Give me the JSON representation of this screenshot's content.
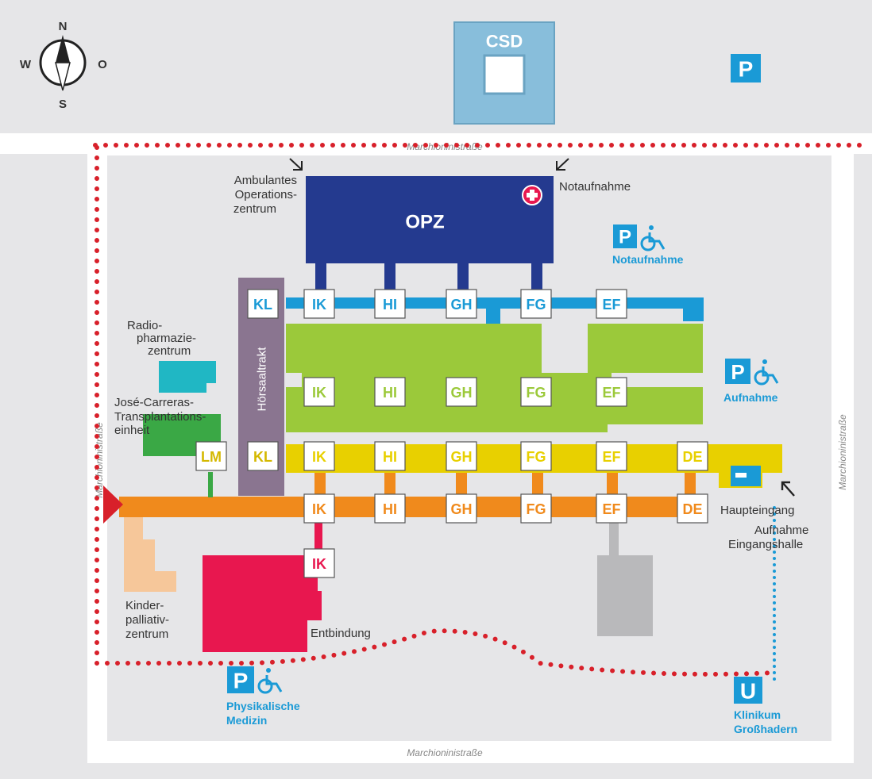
{
  "compass": {
    "n": "N",
    "s": "S",
    "w": "W",
    "o": "O"
  },
  "buildings": {
    "csd": "CSD",
    "opz": "OPZ",
    "hoersaaltrakt": "Hörsaaltrakt"
  },
  "streets": {
    "top": "Marchioninistraße",
    "bottom": "Marchioninistraße",
    "right": "Marchioninistraße",
    "left": "Marchioninistraße"
  },
  "labels": {
    "ambulantes": [
      "Ambulantes",
      "Operations-",
      "zentrum"
    ],
    "notaufnahme": "Notaufnahme",
    "radio": [
      "Radio-",
      "pharmazie-",
      "zentrum"
    ],
    "jose": [
      "José-Carreras-",
      "Transplantations-",
      "einheit"
    ],
    "kinder": [
      "Kinder-",
      "palliativ-",
      "zentrum"
    ],
    "entbindung": "Entbindung",
    "haupteingang": "Haupteingang",
    "aufnahme_halle": [
      "Aufnahme",
      "Eingangshalle"
    ]
  },
  "parking": {
    "p_symbol": "P",
    "u_symbol": "U",
    "notaufnahme": "Notaufnahme",
    "aufnahme": "Aufnahme",
    "physikalische": [
      "Physikalische",
      "Medizin"
    ],
    "klinikum": [
      "Klinikum",
      "Großhadern"
    ]
  },
  "rows": {
    "blue": [
      "KL",
      "IK",
      "HI",
      "GH",
      "FG",
      "EF"
    ],
    "green": [
      "IK",
      "HI",
      "GH",
      "FG",
      "EF"
    ],
    "yellow": [
      "LM",
      "KL",
      "IK",
      "HI",
      "GH",
      "FG",
      "EF",
      "DE"
    ],
    "orange": [
      "IK",
      "HI",
      "GH",
      "FG",
      "EF",
      "DE"
    ],
    "red": [
      "IK"
    ]
  },
  "colors": {
    "blue": "#1a9ad6",
    "green": "#9bc93a",
    "yellow": "#e8d000",
    "orange": "#f08a1c",
    "red": "#e8174f",
    "navy": "#243a8f",
    "purple": "#8a7590",
    "csd": "#88bedb",
    "teal": "#20b7c4",
    "darkgreen": "#3aa845",
    "peach": "#f6c79a",
    "gray": "#b9b9bb",
    "lm": "#d4b800"
  }
}
